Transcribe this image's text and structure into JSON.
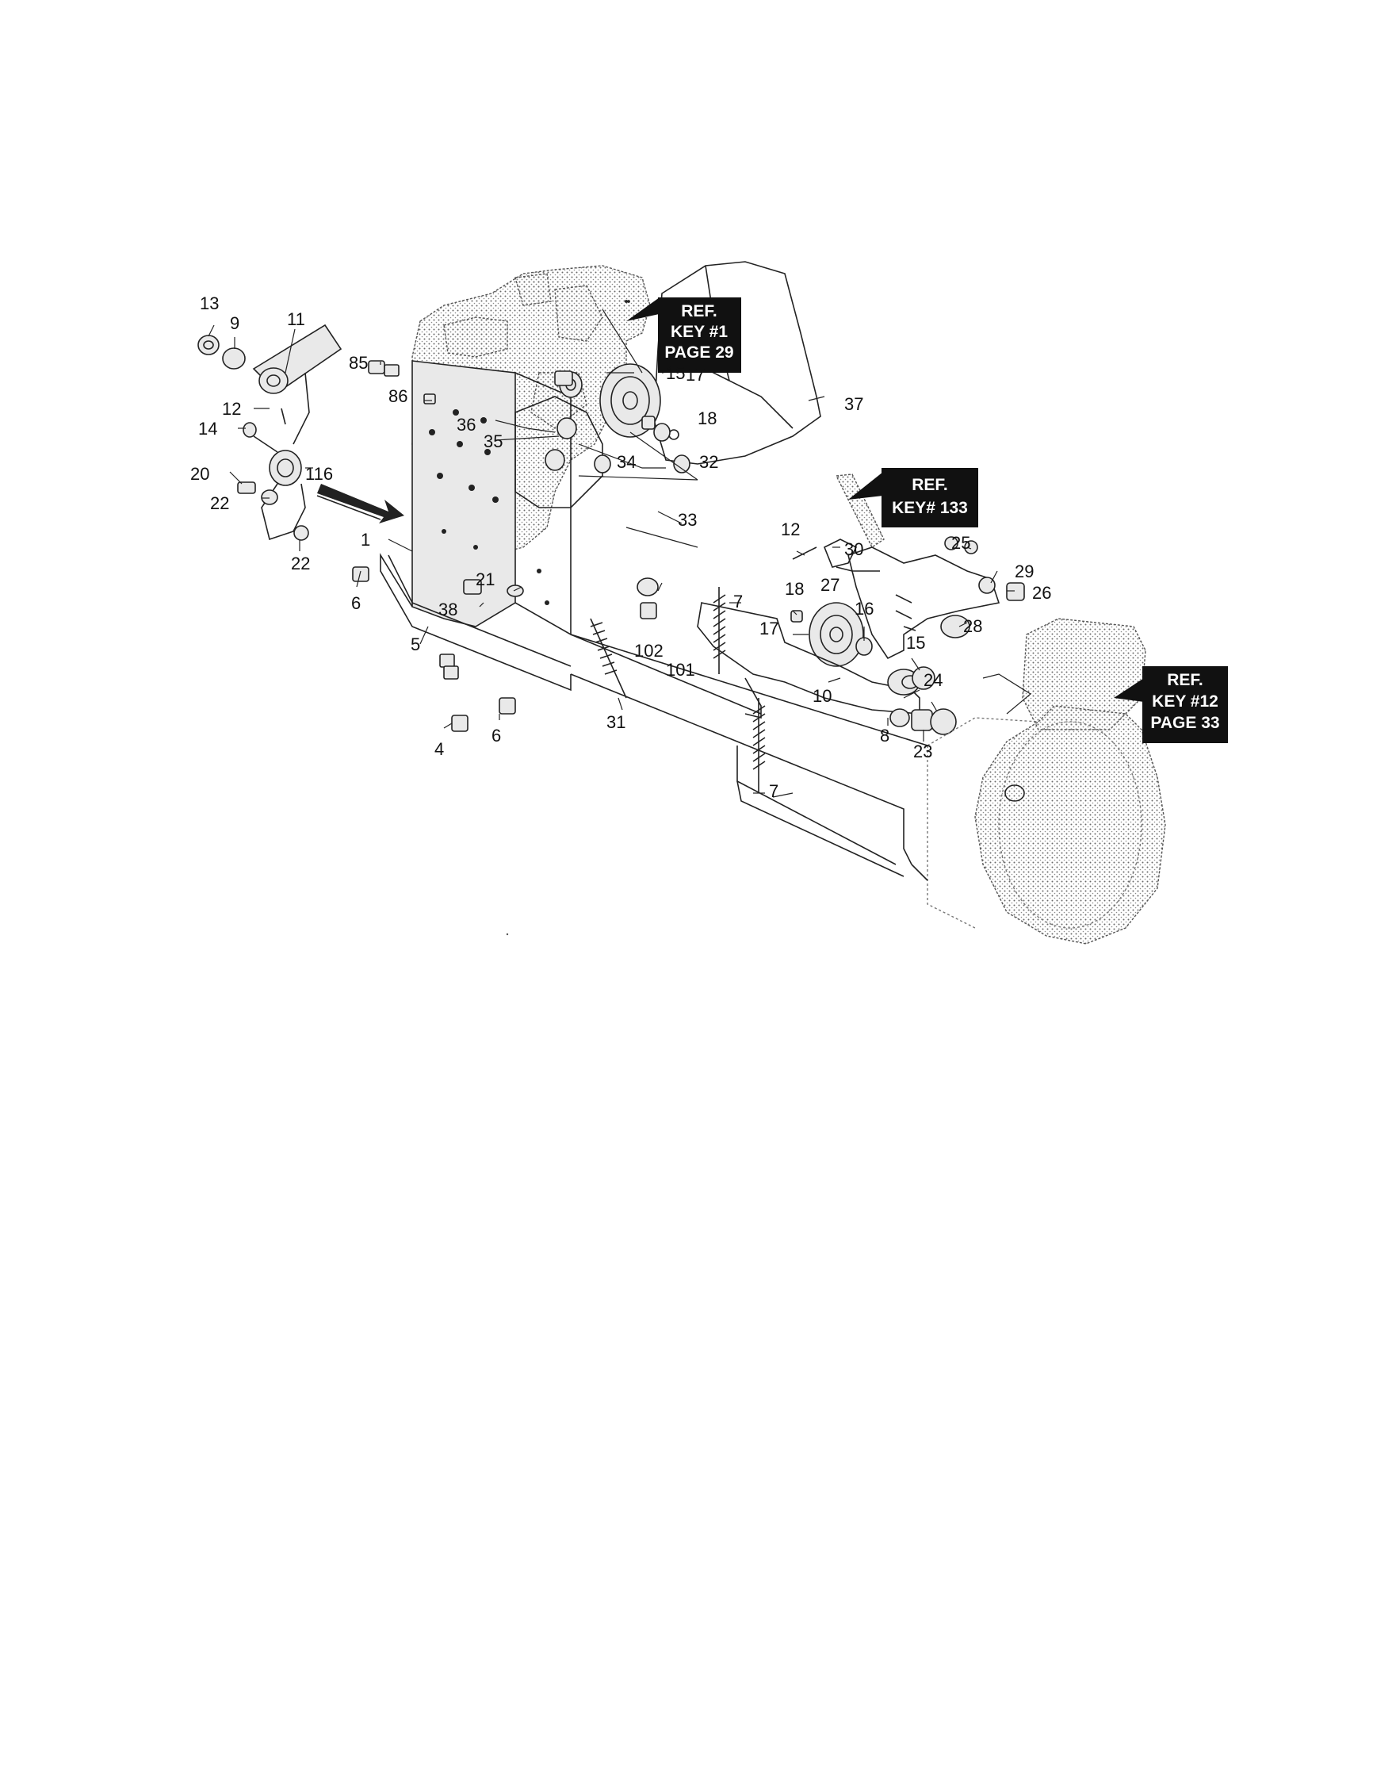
{
  "callouts": {
    "k13": "13",
    "k9": "9",
    "k11": "11",
    "k12a": "12",
    "k14": "14",
    "k20": "20",
    "k116": "116",
    "k22a": "22",
    "k22b": "22",
    "k85": "85",
    "k86": "86",
    "k1": "1",
    "k6a": "6",
    "k21": "21",
    "k38": "38",
    "k5": "5",
    "k4": "4",
    "k6b": "6",
    "k31": "31",
    "k36": "36",
    "k35": "35",
    "k15a": "15",
    "k17a": "17",
    "k18a": "18",
    "k34": "34",
    "k32": "32",
    "k33": "33",
    "k7a": "7",
    "k102": "102",
    "k101": "101",
    "k7b": "7",
    "k37": "37",
    "k12b": "12",
    "k30": "30",
    "k27": "27",
    "k25": "25",
    "k29": "29",
    "k26": "26",
    "k28": "28",
    "k18b": "18",
    "k17b": "17",
    "k16": "16",
    "k15b": "15",
    "k10": "10",
    "k24": "24",
    "k8": "8",
    "k23": "23"
  },
  "ref_boxes": {
    "engine": {
      "line1": "REF.",
      "line2": "KEY #1",
      "line3": "PAGE 29"
    },
    "handle": {
      "line1": "REF.",
      "line2": "KEY# 133"
    },
    "housing": {
      "line1": "REF.",
      "line2": "KEY #12",
      "line3": "PAGE 33"
    }
  },
  "colors": {
    "ink": "#222222",
    "ref_box": "#111111",
    "stipple": "#666666"
  },
  "icons": {
    "direction_arrow": "hatched-arrow-icon"
  }
}
